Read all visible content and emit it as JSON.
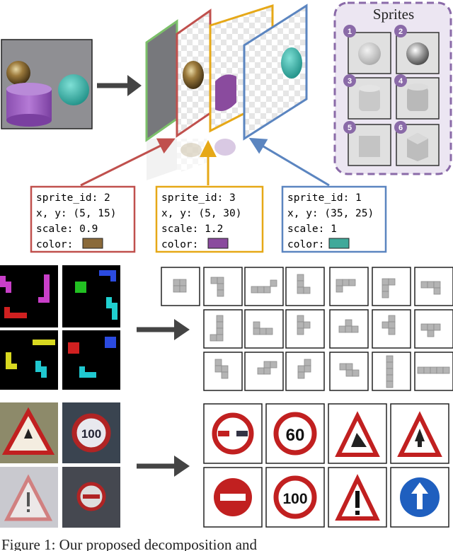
{
  "sprites_panel": {
    "title": "Sprites",
    "numbers": [
      "1",
      "2",
      "3",
      "4",
      "5",
      "6"
    ]
  },
  "annotations": [
    {
      "line1": "sprite_id: 2",
      "line2": "x, y: (5, 15)",
      "line3": "scale: 0.9",
      "line4": "color:",
      "border_color": "#c0504d",
      "swatch_color": "#8a6a3a"
    },
    {
      "line1": "sprite_id: 3",
      "line2": "x, y: (5, 30)",
      "line3": "scale: 1.2",
      "line4": "color:",
      "border_color": "#e6a817",
      "swatch_color": "#8a4b9e"
    },
    {
      "line1": "sprite_id: 1",
      "line2": "x, y: (35, 25)",
      "line3": "scale: 1",
      "line4": "color:",
      "border_color": "#5b85c0",
      "swatch_color": "#3fa99a"
    }
  ],
  "layer_colors": [
    "#7cc06a",
    "#c0504d",
    "#e6a817",
    "#5b85c0"
  ],
  "sign_numbers": [
    "60",
    "100",
    "100"
  ],
  "caption_fragment": "Figure 1: Our proposed decomposition and"
}
